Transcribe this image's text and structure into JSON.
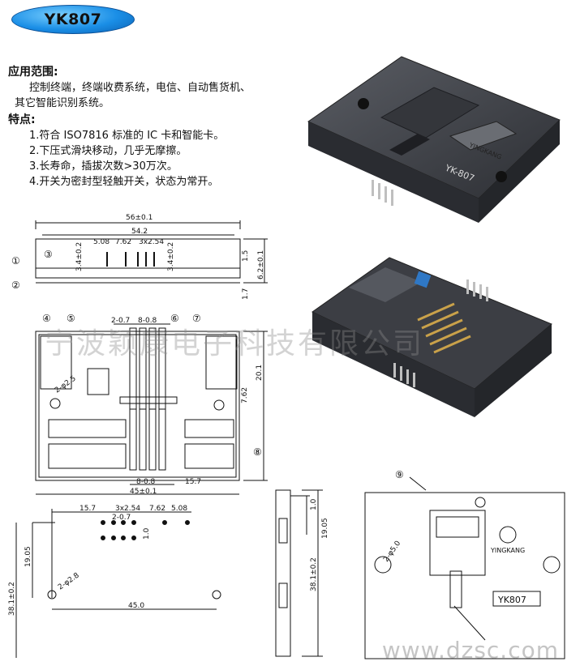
{
  "badge": {
    "model": "YK807"
  },
  "applications": {
    "heading": "应用范围:",
    "lines": [
      "控制终端，终端收费系统，电信、自动售货机、",
      "其它智能识别系统。"
    ]
  },
  "features": {
    "heading": "特点:",
    "items": [
      "1.符合 ISO7816 标准的 IC 卡和智能卡。",
      "2.下压式滑块移动，几乎无摩擦。",
      "3.长寿命，插拔次数>30万次。",
      "4.开关为密封型轻触开关，状态为常开。"
    ]
  },
  "dims": {
    "top_overall": "56±0.1",
    "top_inner": "54.2",
    "pitch_a": "5.08",
    "pitch_b": "7.62",
    "pitch_c": "3x2.54",
    "pin_left": "3.4±0.2",
    "pin_right": "3.4±0.2",
    "side_a": "1.5",
    "side_b": "6.2±0.1",
    "side_c": "1.7",
    "sw_a": "2-0.7",
    "sw_b": "8-0.8",
    "height_a": "20.1",
    "height_b": "7.62",
    "hole": "2-φ2.5",
    "bottom_a": "8-0.8",
    "bottom_b": "15.7",
    "bottom_width": "45±0.1",
    "pcb_a": "15.7",
    "pcb_b": "3x2.54",
    "pcb_c": "7.62",
    "pcb_d": "5.08",
    "pcb_e": "2-0.7",
    "pcb_f": "1.0",
    "pcb_g": "19.05",
    "pcb_h": "38.1±0.2",
    "pcb_hole": "2-φ2.8",
    "pcb_width": "45.0",
    "side2_a": "1.0",
    "side2_b": "19.05",
    "side2_c": "38.1±0.2",
    "iso_hole": "2-φ5.0"
  },
  "callouts": [
    "①",
    "②",
    "③",
    "④",
    "⑤",
    "⑥",
    "⑦",
    "⑧",
    "⑨"
  ],
  "product": {
    "brand": "YINGKANG",
    "model_mark": "YK807",
    "top_mark": "YK-807"
  },
  "watermark": "宁波颖康电子科技有限公司",
  "site": "www.dzsc.com",
  "colors": {
    "badge": "#1a8ee6",
    "housing": "#3f4147",
    "contacts": "#c9a14a",
    "accent": "#2f78c6"
  }
}
